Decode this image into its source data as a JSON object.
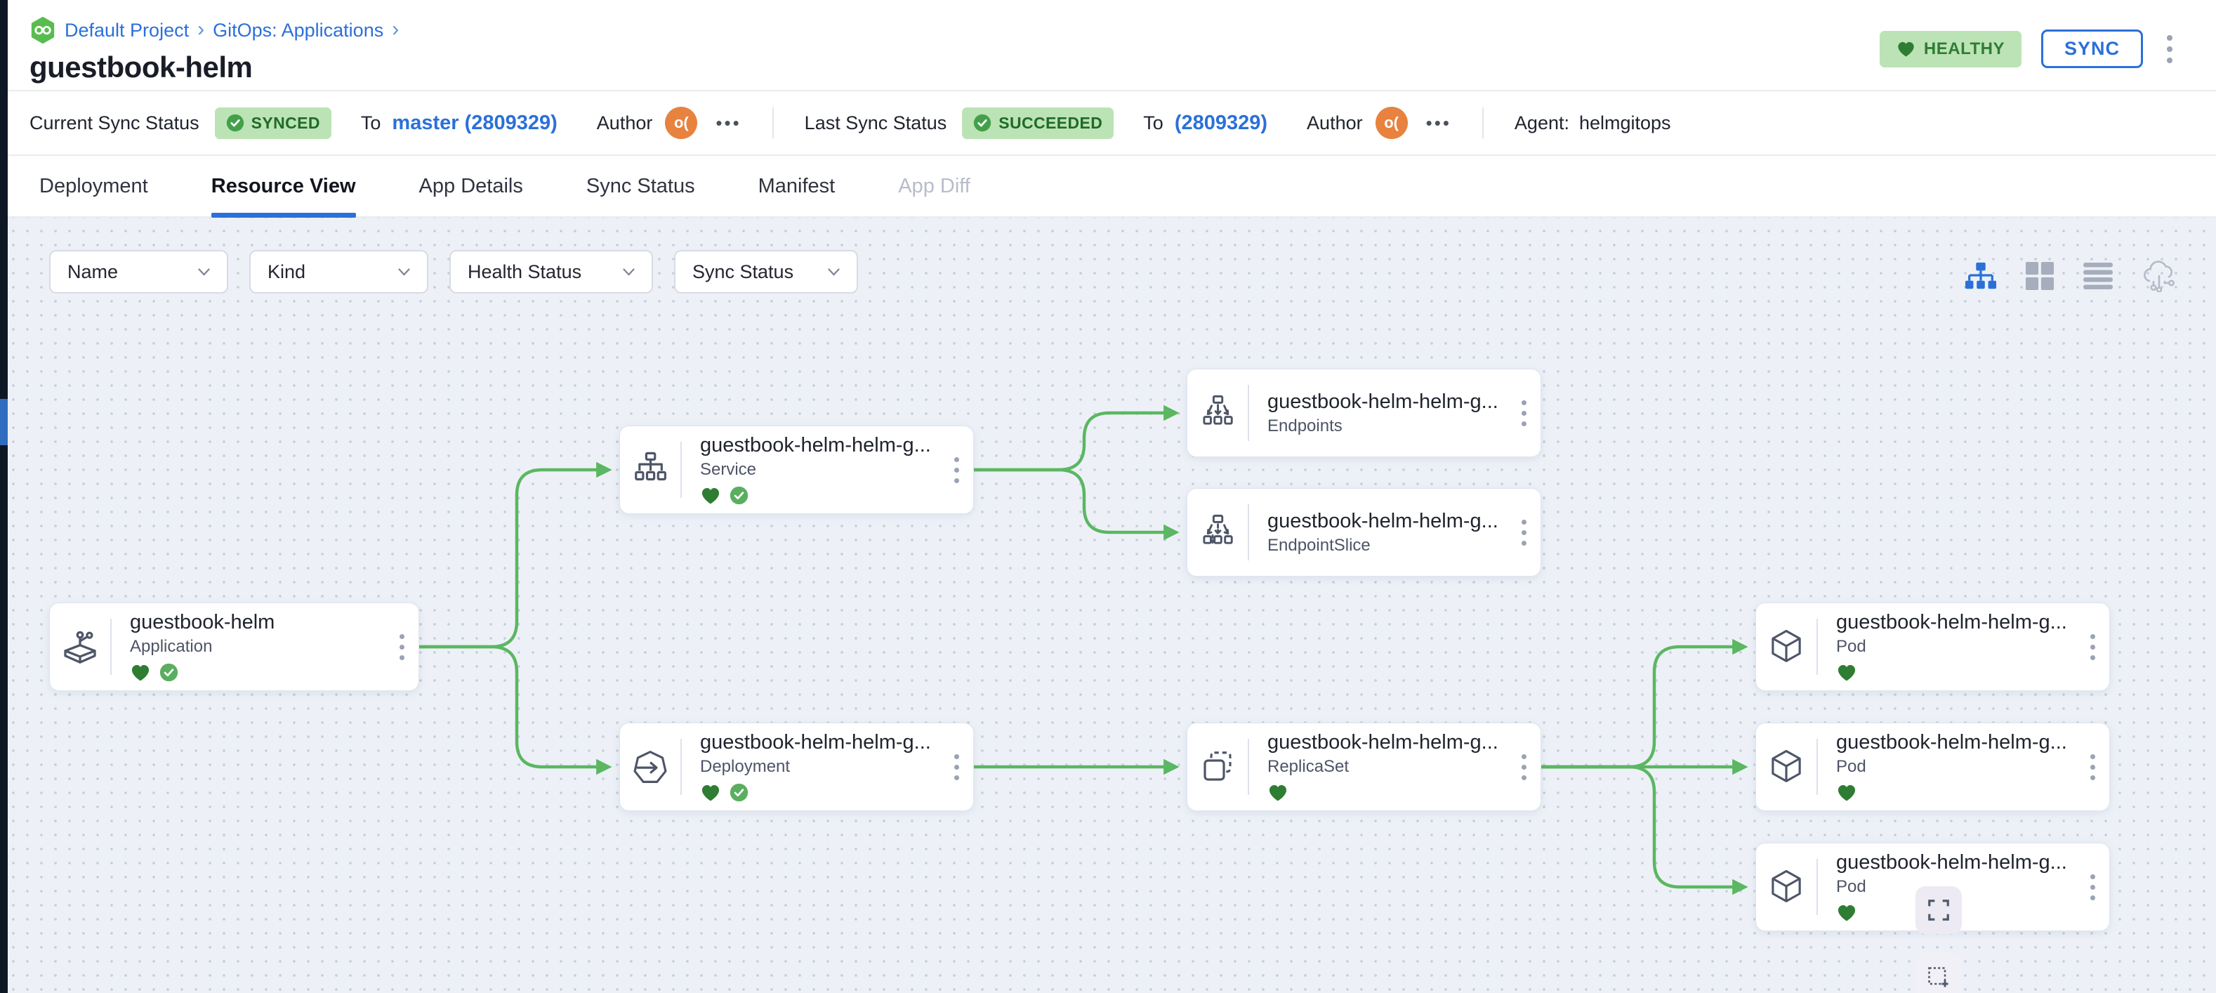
{
  "colors": {
    "accent_blue": "#2b70d9",
    "edge_green": "#5bb761",
    "badge_green_bg": "#bce3b5",
    "badge_green_text": "#1e6b26",
    "healthy_text": "#2e7d33",
    "canvas_bg": "#edf1f7",
    "avatar_orange": "#e8823f"
  },
  "breadcrumb": {
    "logo_icon": "codefresh-logo",
    "items": [
      "Default Project",
      "GitOps: Applications"
    ],
    "separator": "›"
  },
  "page_title": "guestbook-helm",
  "header_actions": {
    "health_badge": {
      "icon": "heart-icon",
      "label": "HEALTHY"
    },
    "sync_label": "SYNC",
    "more_icon": "kebab-menu-icon"
  },
  "status_bar": {
    "current_sync": {
      "label": "Current Sync Status",
      "badge": "SYNCED",
      "to": "To",
      "revision": "master (2809329)",
      "author_label": "Author",
      "author_avatar": "o(",
      "more": "•••"
    },
    "last_sync": {
      "label": "Last Sync Status",
      "badge": "SUCCEEDED",
      "to": "To",
      "revision": "(2809329)",
      "author_label": "Author",
      "author_avatar": "o(",
      "more": "•••"
    },
    "agent_label": "Agent:",
    "agent_value": "helmgitops"
  },
  "tabs": [
    {
      "label": "Deployment",
      "state": "default"
    },
    {
      "label": "Resource View",
      "state": "active"
    },
    {
      "label": "App Details",
      "state": "default"
    },
    {
      "label": "Sync Status",
      "state": "default"
    },
    {
      "label": "Manifest",
      "state": "default"
    },
    {
      "label": "App Diff",
      "state": "disabled"
    }
  ],
  "filters": [
    {
      "label": "Name"
    },
    {
      "label": "Kind"
    },
    {
      "label": "Health Status"
    },
    {
      "label": "Sync Status"
    }
  ],
  "view_modes": [
    {
      "name": "tree-view",
      "active": true
    },
    {
      "name": "grid-view",
      "active": false
    },
    {
      "name": "list-view",
      "active": false
    },
    {
      "name": "network-view",
      "active": false
    }
  ],
  "graph": {
    "nodes": [
      {
        "title": "guestbook-helm",
        "kind": "Application",
        "healthy": true,
        "synced": true
      },
      {
        "title": "guestbook-helm-helm-g...",
        "kind": "Service",
        "healthy": true,
        "synced": true
      },
      {
        "title": "guestbook-helm-helm-g...",
        "kind": "Endpoints",
        "healthy": null,
        "synced": null
      },
      {
        "title": "guestbook-helm-helm-g...",
        "kind": "EndpointSlice",
        "healthy": null,
        "synced": null
      },
      {
        "title": "guestbook-helm-helm-g...",
        "kind": "Deployment",
        "healthy": true,
        "synced": true
      },
      {
        "title": "guestbook-helm-helm-g...",
        "kind": "ReplicaSet",
        "healthy": true,
        "synced": null
      },
      {
        "title": "guestbook-helm-helm-g...",
        "kind": "Pod",
        "healthy": true,
        "synced": null
      },
      {
        "title": "guestbook-helm-helm-g...",
        "kind": "Pod",
        "healthy": true,
        "synced": null
      },
      {
        "title": "guestbook-helm-helm-g...",
        "kind": "Pod",
        "healthy": true,
        "synced": null
      }
    ],
    "edges": [
      [
        "Application",
        "Service"
      ],
      [
        "Application",
        "Deployment"
      ],
      [
        "Service",
        "Endpoints"
      ],
      [
        "Service",
        "EndpointSlice"
      ],
      [
        "Deployment",
        "ReplicaSet"
      ],
      [
        "ReplicaSet",
        "Pod-1"
      ],
      [
        "ReplicaSet",
        "Pod-2"
      ],
      [
        "ReplicaSet",
        "Pod-3"
      ]
    ]
  },
  "canvas_controls": {
    "fullscreen_icon": "fullscreen-icon",
    "marquee_zoom_icon": "marquee-zoom-icon"
  }
}
